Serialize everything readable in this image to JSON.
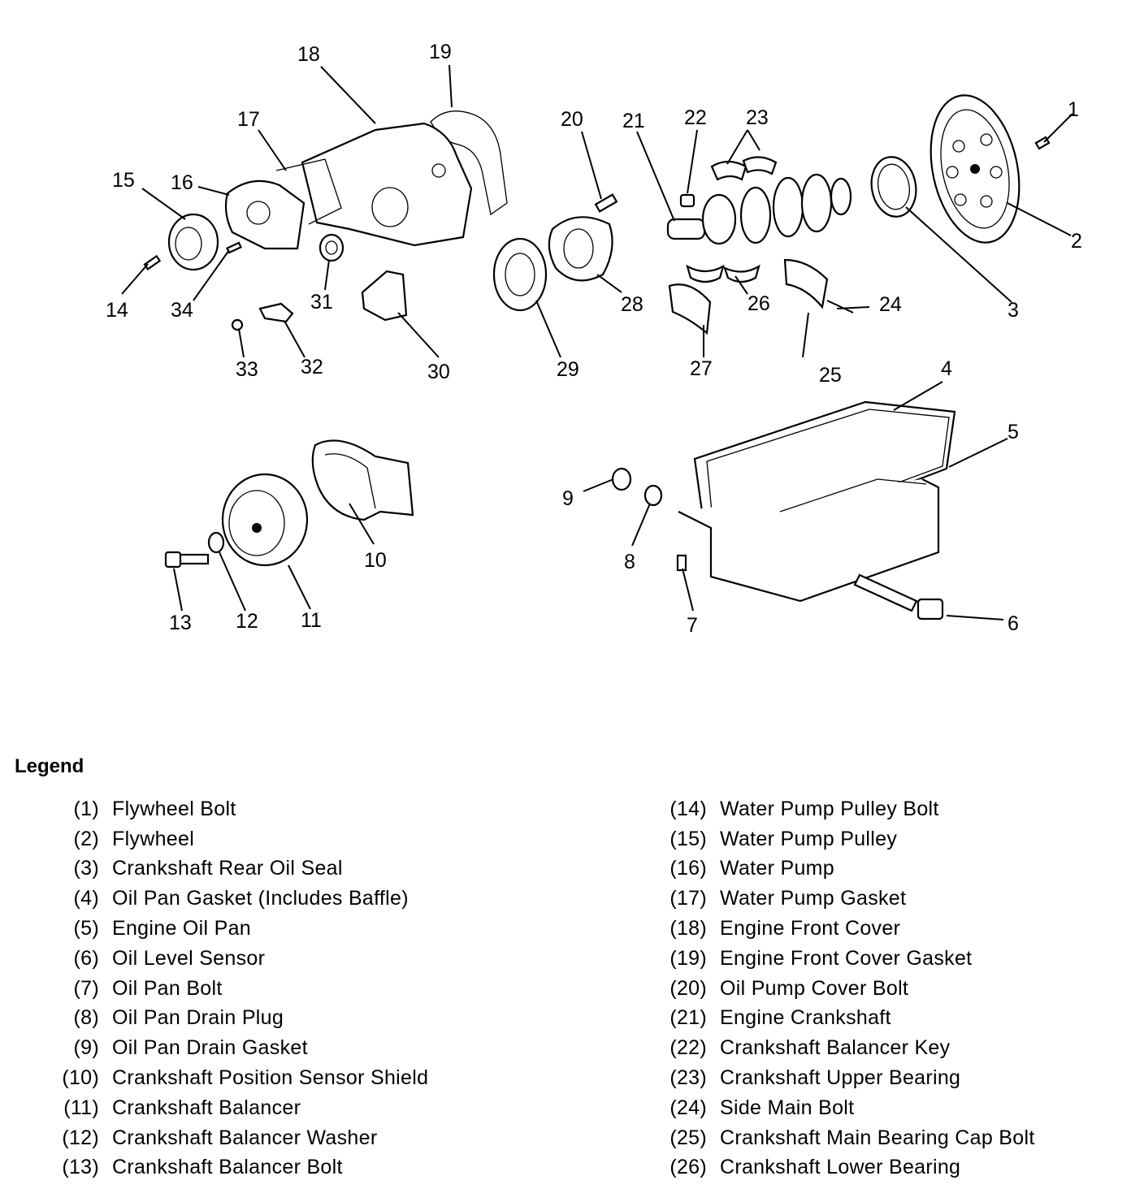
{
  "callouts": [
    "1",
    "2",
    "3",
    "4",
    "5",
    "6",
    "7",
    "8",
    "9",
    "10",
    "11",
    "12",
    "13",
    "14",
    "15",
    "16",
    "17",
    "18",
    "19",
    "20",
    "21",
    "22",
    "23",
    "24",
    "25",
    "26",
    "27",
    "28",
    "29",
    "30",
    "31",
    "32",
    "33",
    "34"
  ],
  "legend": {
    "title": "Legend",
    "left": [
      {
        "num": "(1)",
        "name": "Flywheel Bolt"
      },
      {
        "num": "(2)",
        "name": "Flywheel"
      },
      {
        "num": "(3)",
        "name": "Crankshaft Rear Oil Seal"
      },
      {
        "num": "(4)",
        "name": "Oil Pan Gasket (Includes Baffle)"
      },
      {
        "num": "(5)",
        "name": "Engine Oil Pan"
      },
      {
        "num": "(6)",
        "name": "Oil Level Sensor"
      },
      {
        "num": "(7)",
        "name": "Oil Pan Bolt"
      },
      {
        "num": "(8)",
        "name": "Oil Pan Drain Plug"
      },
      {
        "num": "(9)",
        "name": "Oil Pan Drain Gasket"
      },
      {
        "num": "(10)",
        "name": "Crankshaft Position Sensor Shield"
      },
      {
        "num": "(11)",
        "name": "Crankshaft Balancer"
      },
      {
        "num": "(12)",
        "name": "Crankshaft Balancer Washer"
      },
      {
        "num": "(13)",
        "name": "Crankshaft Balancer Bolt"
      }
    ],
    "right": [
      {
        "num": "(14)",
        "name": "Water Pump Pulley Bolt"
      },
      {
        "num": "(15)",
        "name": "Water Pump Pulley"
      },
      {
        "num": "(16)",
        "name": "Water Pump"
      },
      {
        "num": "(17)",
        "name": "Water Pump Gasket"
      },
      {
        "num": "(18)",
        "name": "Engine Front Cover"
      },
      {
        "num": "(19)",
        "name": "Engine Front Cover Gasket"
      },
      {
        "num": "(20)",
        "name": "Oil Pump Cover Bolt"
      },
      {
        "num": "(21)",
        "name": "Engine Crankshaft"
      },
      {
        "num": "(22)",
        "name": "Crankshaft Balancer Key"
      },
      {
        "num": "(23)",
        "name": "Crankshaft Upper Bearing"
      },
      {
        "num": "(24)",
        "name": "Side Main Bolt"
      },
      {
        "num": "(25)",
        "name": "Crankshaft Main Bearing Cap Bolt"
      },
      {
        "num": "(26)",
        "name": "Crankshaft Lower Bearing"
      }
    ]
  }
}
